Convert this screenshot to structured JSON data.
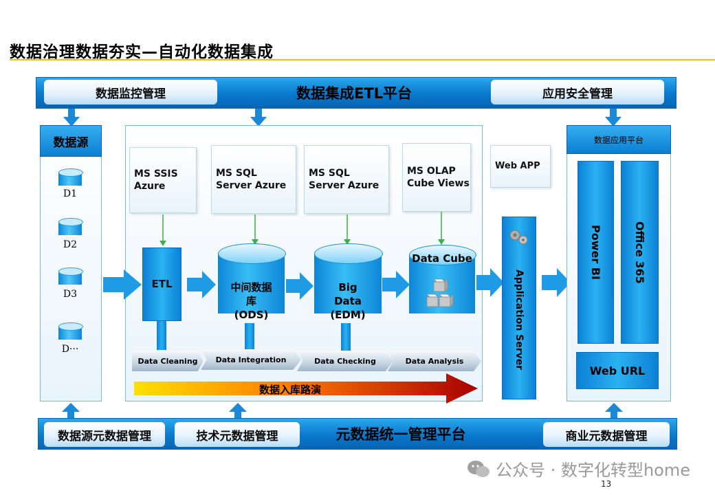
{
  "title": "数据治理数据夯实—自动化数据集成",
  "top_bar": {
    "left": "数据监控管理",
    "center": "数据集成ETL平台",
    "right": "应用安全管理"
  },
  "bottom_bar": {
    "left": "数据源元数据管理",
    "left2": "技术元数据管理",
    "center": "元数据统一管理平台",
    "right": "商业元数据管理"
  },
  "source_panel": {
    "header": "数据源",
    "items": [
      "D1",
      "D2",
      "D3",
      "D···"
    ]
  },
  "tools": {
    "ssis": "MS SSIS Azure",
    "sql_ods": "MS SQL Server Azure",
    "sql_edm": "MS SQL Server Azure",
    "olap": "MS OLAP Cube Views",
    "web_app": "Web APP"
  },
  "etl_label": "ETL",
  "stores": {
    "ods": "中间数据库 (ODS)",
    "edm": "Big Data (EDM)",
    "cube": "Data Cube"
  },
  "stages": [
    "Data Cleaning",
    "Data Integration",
    "Data Checking",
    "Data Analysis"
  ],
  "flow_label": "数据入库路演",
  "app_server": "Application Server",
  "app_panel": {
    "header": "数据应用平台",
    "power_bi": "Power BI",
    "office": "Office 365",
    "web_url": "Web URL"
  },
  "watermark": "公众号 · 数字化转型home",
  "page_number": "13",
  "colors": {
    "accent_blue": "#0a78cc",
    "title_underline": "#f0c000",
    "flow_start": "#ffe000",
    "flow_end": "#a80000"
  }
}
